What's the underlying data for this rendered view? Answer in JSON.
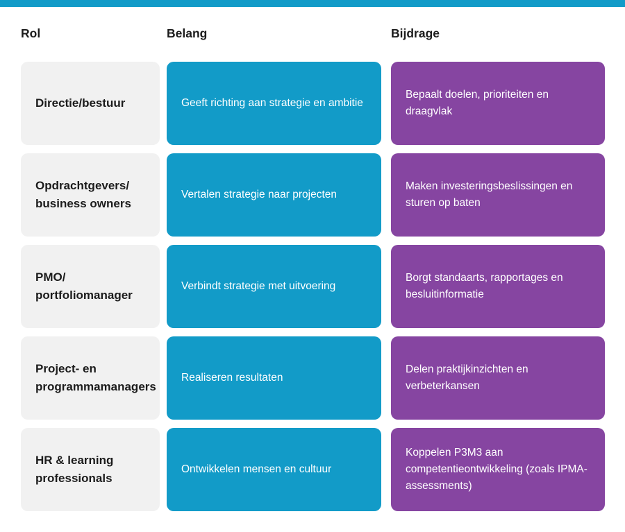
{
  "colors": {
    "teal": "#129BC8",
    "purple": "#8645A1",
    "gray-card": "#F1F1F1",
    "text-dark": "#1C1C1C",
    "text-light": "#FFFFFF"
  },
  "headers": {
    "rol": "Rol",
    "belang": "Belang",
    "bijdrage": "Bijdrage"
  },
  "rows": [
    {
      "rol": "Directie/bestuur",
      "belang": "Geeft richting aan strategie en ambitie",
      "bijdrage": "Bepaalt doelen, prioriteiten en draagvlak"
    },
    {
      "rol": "Opdrachtgevers/ business owners",
      "belang": "Vertalen strategie naar projecten",
      "bijdrage": "Maken investeringsbeslissingen en sturen op baten"
    },
    {
      "rol": "PMO/ portfoliomanager",
      "belang": "Verbindt strategie met uitvoering",
      "bijdrage": "Borgt standaarts, rapportages en besluitinformatie"
    },
    {
      "rol": "Project- en programmamanagers",
      "belang": "Realiseren resultaten",
      "bijdrage": "Delen praktijkinzichten en verbeterkansen"
    },
    {
      "rol": "HR & learning professionals",
      "belang": "Ontwikkelen mensen en cultuur",
      "bijdrage": "Koppelen P3M3 aan competentieontwikkeling (zoals IPMA-assessments)"
    }
  ]
}
